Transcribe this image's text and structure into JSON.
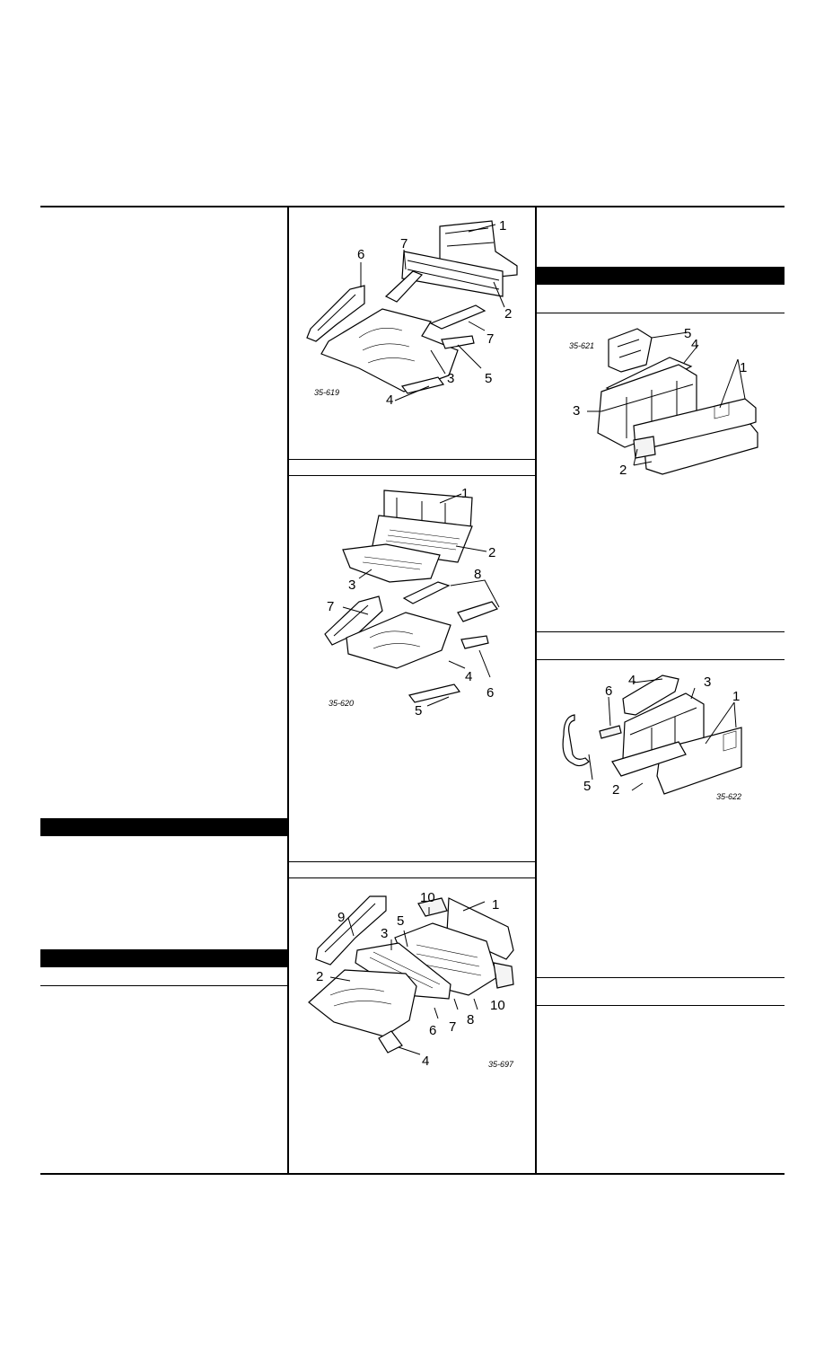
{
  "figures": [
    {
      "id": "35-619",
      "callouts": [
        "1",
        "2",
        "3",
        "4",
        "5",
        "6",
        "7",
        "7"
      ]
    },
    {
      "id": "35-620",
      "callouts": [
        "1",
        "2",
        "3",
        "4",
        "5",
        "6",
        "7",
        "8"
      ]
    },
    {
      "id": "35-697",
      "callouts": [
        "1",
        "2",
        "3",
        "4",
        "5",
        "6",
        "7",
        "8",
        "9",
        "10",
        "10"
      ]
    },
    {
      "id": "35-621",
      "callouts": [
        "1",
        "2",
        "3",
        "4",
        "5"
      ]
    },
    {
      "id": "35-622",
      "callouts": [
        "1",
        "2",
        "3",
        "4",
        "5",
        "6"
      ]
    }
  ]
}
